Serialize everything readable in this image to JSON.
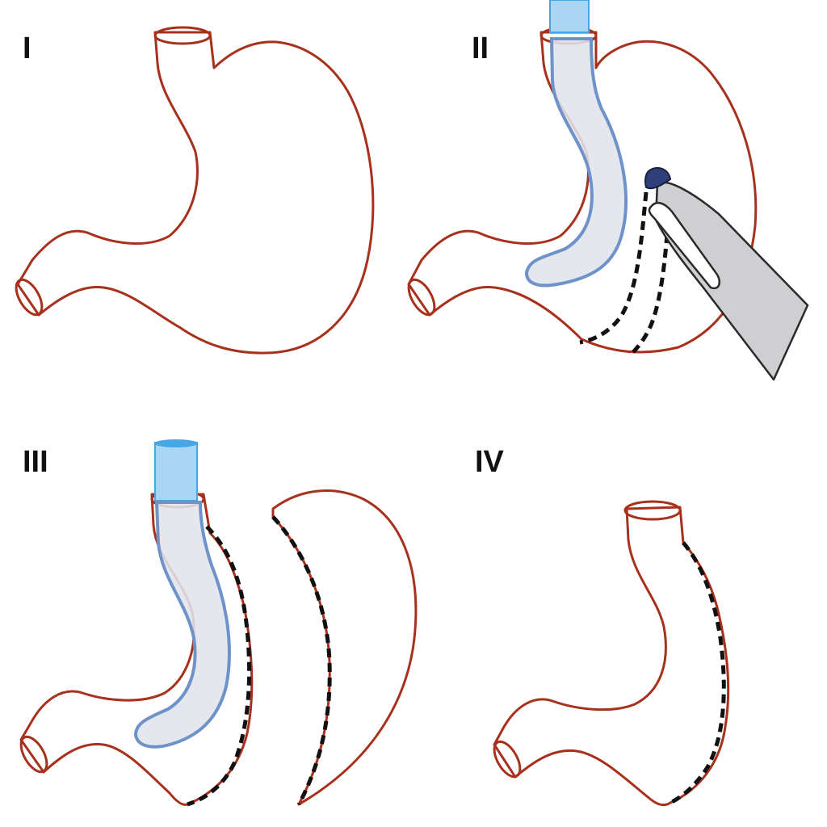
{
  "panels": [
    {
      "label": "I"
    },
    {
      "label": "II"
    },
    {
      "label": "III"
    },
    {
      "label": "IV"
    }
  ],
  "colors": {
    "tissue_light": "#fff3ee",
    "tissue_mid": "#f7a88c",
    "tissue_dark": "#ec7452",
    "outline": "#a8311d",
    "staple_line": "#111111",
    "bougie": "#6f93c9",
    "tube": "#47a6e6",
    "stapler": "#cfcfd1"
  }
}
